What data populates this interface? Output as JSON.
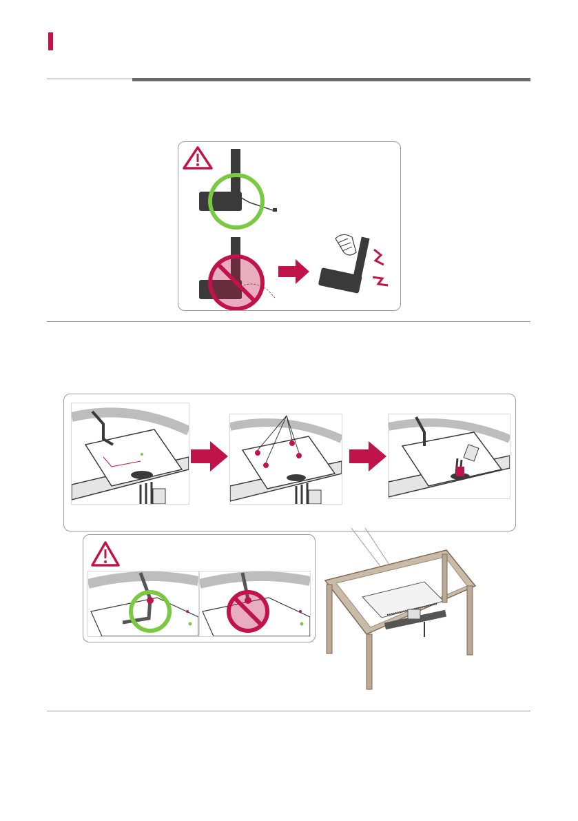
{
  "page": {
    "accent_color": "#c0134a",
    "ok_color": "#7ac943",
    "prohibited_color": "#c0134a",
    "section_marker": "",
    "heading": ""
  },
  "illustrations": [
    {
      "id": "sensor-cable-warning",
      "icons": [
        "warning-icon",
        "ok-circle-icon",
        "prohibited-icon",
        "arrow-right-icon",
        "impact-icon"
      ]
    },
    {
      "id": "mount-installation-steps",
      "icons": [
        "warning-icon",
        "ok-circle-icon",
        "prohibited-icon",
        "arrow-right-icon"
      ]
    },
    {
      "id": "table-overview"
    }
  ]
}
